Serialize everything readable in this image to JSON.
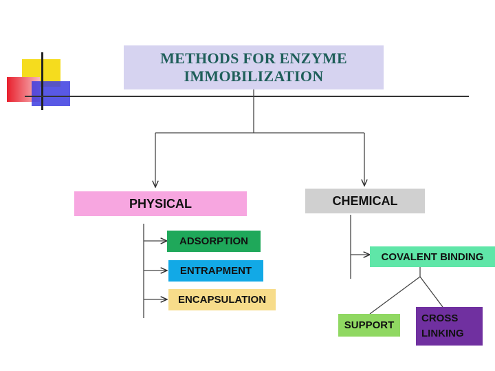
{
  "title": {
    "line1": "METHODS FOR ENZYME",
    "line2": "IMMOBILIZATION"
  },
  "categories": {
    "physical": "PHYSICAL",
    "chemical": "CHEMICAL"
  },
  "physical_methods": [
    "ADSORPTION",
    "ENTRAPMENT",
    "ENCAPSULATION"
  ],
  "chemical_methods": {
    "covalent": "COVALENT BINDING",
    "support": "SUPPORT",
    "cross_linking_line1": "CROSS",
    "cross_linking_line2": "LINKING"
  },
  "colors": {
    "title_bg": "#d6d3f0",
    "title_text": "#1f5f5a",
    "physical_bg": "#f7a6e0",
    "chemical_bg": "#d0d0d0",
    "adsorption_bg": "#1fa85a",
    "entrapment_bg": "#12a9e6",
    "encapsulation_bg": "#f7dc8a",
    "covalent_bg": "#5fe6a8",
    "support_bg": "#90d862",
    "cross_linking_bg": "#7030a0"
  }
}
